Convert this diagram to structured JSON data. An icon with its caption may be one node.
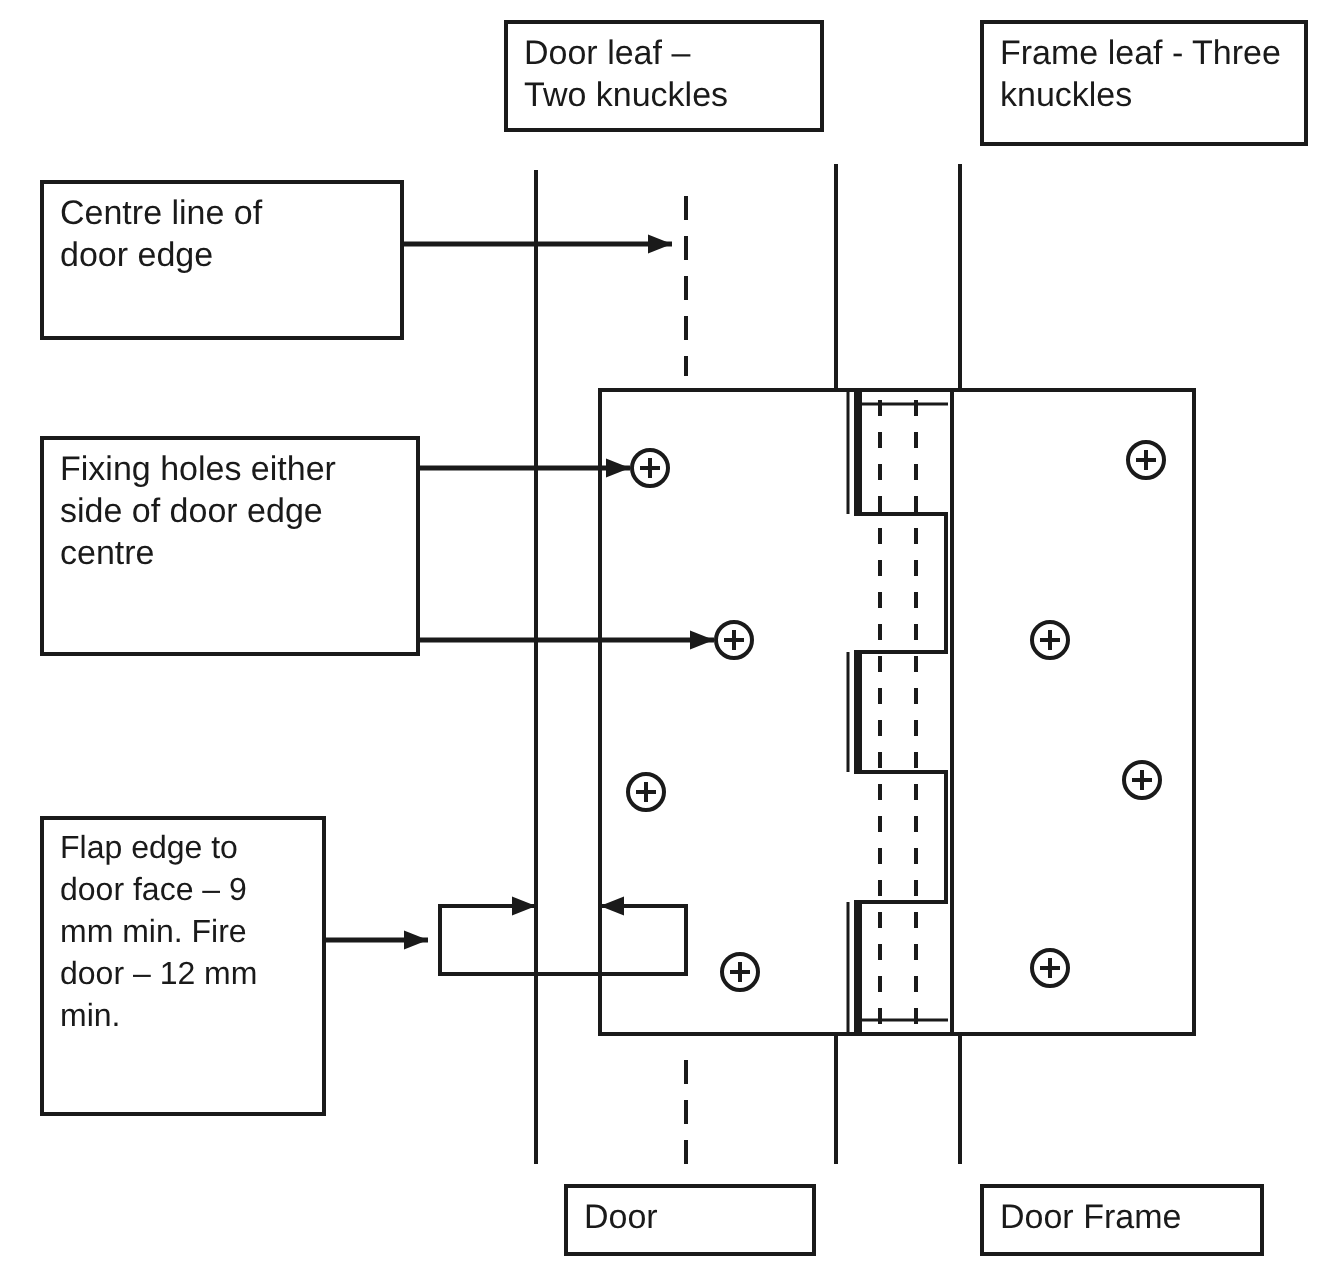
{
  "diagram": {
    "nodes": [
      {
        "text": [
          "Door leaf – Two knuckles"
        ]
      },
      {
        "text": [
          "Frame leaf - Three knuckles"
        ]
      },
      {
        "text": [
          "Centre line of door edge"
        ]
      },
      {
        "text": [
          "Fixing holes either side of door edge centre"
        ]
      },
      {
        "text": [
          "Flap edge to door face – 9 mm min. Fire door – 12 mm min."
        ]
      },
      {
        "text": [
          "Door"
        ]
      },
      {
        "text": [
          "Door Frame"
        ]
      },
      {
        "text": [],
        "shape": "line"
      },
      {
        "text": [],
        "shape": "circle"
      },
      {
        "text": [],
        "shape": "circle"
      }
    ],
    "edges": [
      {
        "from": 2,
        "to": 7,
        "arrow": "to"
      },
      {
        "from": 3,
        "to": 8,
        "arrow": "to"
      },
      {
        "from": 3,
        "to": 9,
        "arrow": "to"
      },
      {
        "from": 4,
        "to": null,
        "arrow": "to"
      }
    ]
  }
}
